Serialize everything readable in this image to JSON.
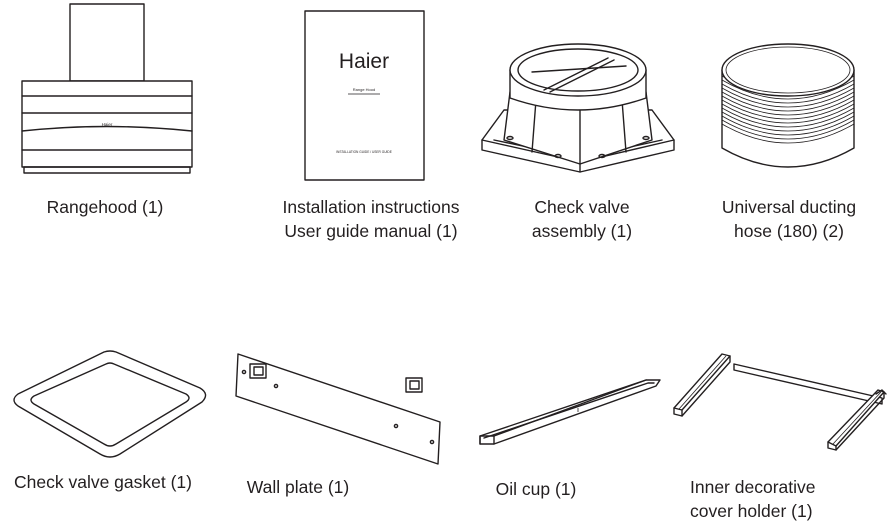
{
  "parts": [
    {
      "id": "rangehood",
      "caption_lines": [
        "Rangehood (1)"
      ],
      "brand_mark": "Haier"
    },
    {
      "id": "manual",
      "caption_lines": [
        "Installation instructions",
        "User guide manual (1)"
      ],
      "cover": {
        "brand": "Haier",
        "subtitle": "Range Hood",
        "footer": "INSTALLATION GUIDE / USER GUIDE"
      }
    },
    {
      "id": "check-valve",
      "caption_lines": [
        "Check valve",
        "assembly (1)"
      ]
    },
    {
      "id": "ducting-hose",
      "caption_lines": [
        "Universal ducting",
        "hose (180) (2)"
      ]
    },
    {
      "id": "gasket",
      "caption_lines": [
        "Check valve gasket (1)"
      ]
    },
    {
      "id": "wall-plate",
      "caption_lines": [
        "Wall plate (1)"
      ]
    },
    {
      "id": "oil-cup",
      "caption_lines": [
        "Oil cup (1)"
      ]
    },
    {
      "id": "cover-holder",
      "caption_lines": [
        "Inner decorative",
        "cover holder (1)"
      ]
    }
  ]
}
